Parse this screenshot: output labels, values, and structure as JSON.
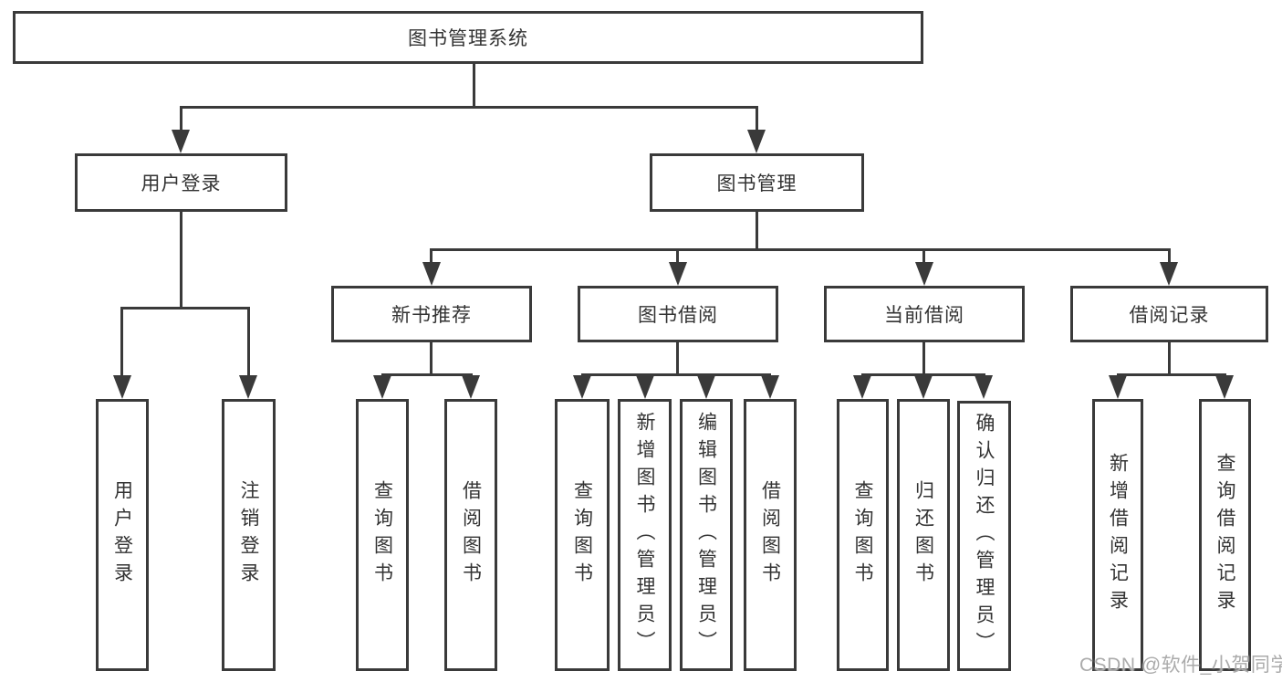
{
  "diagram": {
    "root_label": "图书管理系统",
    "level2": [
      "用户登录",
      "图书管理"
    ],
    "level3": [
      "新书推荐",
      "图书借阅",
      "当前借阅",
      "借阅记录"
    ],
    "leaves": [
      "用户登录",
      "注销登录",
      "查询图书",
      "借阅图书",
      "查询图书",
      "新增图书（管理员）",
      "编辑图书（管理员）",
      "借阅图书",
      "查询图书",
      "归还图书",
      "确认归还（管理员）",
      "新增借阅记录",
      "查询借阅记录"
    ],
    "watermark": "CSDN @软件_小贺同学",
    "colors": {
      "line": "#3a3a3a",
      "text": "#333333",
      "watermark": "#ababab",
      "background": "#ffffff"
    }
  }
}
